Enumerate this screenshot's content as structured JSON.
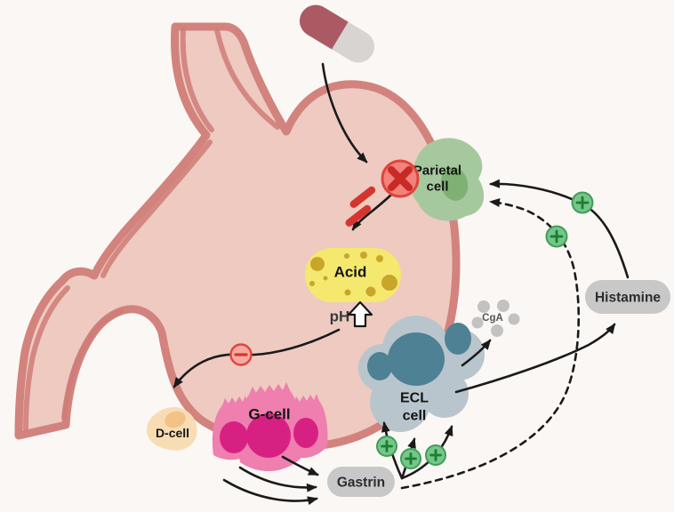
{
  "title": "Gastric acid secretion regulation diagram",
  "labels": {
    "parietal_line1": "Parietal",
    "parietal_line2": "cell",
    "acid": "Acid",
    "ph": "pH",
    "d_cell": "D-cell",
    "g_cell": "G-cell",
    "ecl_line1": "ECL",
    "ecl_line2": "cell",
    "cga": "CgA",
    "histamine": "Histamine",
    "gastrin": "Gastrin"
  },
  "icons": {
    "pill-icon": "drug capsule",
    "block-x-icon": "red X blocked pump on parietal cell",
    "red-slash-icon": "inhibited acid secretion slashes",
    "ph-up-arrow-icon": "pH increase hollow up arrow",
    "minus-icon": "inhibitory signal",
    "plus-icon": "stimulatory signal",
    "cga-dots-icon": "secreted CgA granules"
  },
  "colors": {
    "background": "#fbf7f4",
    "stomach_fill": "#eecac1",
    "stomach_border": "#d2837d",
    "pill_dark": "#ab5a64",
    "pill_light": "#d7d4d2",
    "parietal_fill": "#a6c89e",
    "parietal_inner": "#7fb173",
    "block_circle_fill": "#f1837b",
    "block_circle_border": "#e0443c",
    "block_x": "#c92a26",
    "slash_red": "#d5352f",
    "acid_fill": "#f4e96e",
    "acid_dots": "#c8a62b",
    "minus_fill": "#f5a9a2",
    "minus_border": "#e0463b",
    "d_cell_fill": "#f8dcb4",
    "d_cell_inner": "#f2c287",
    "g_cell_fill": "#ef7fae",
    "g_cell_inner": "#d62183",
    "ecl_fill": "#b9c5cd",
    "ecl_inner": "#4e8193",
    "label_pill_bg": "#c8c8c8",
    "label_pill_text": "#2d2d2d",
    "plus_fill": "#74c689",
    "plus_border": "#3f9e57",
    "plus_sign": "#1d7c35",
    "cga_dot": "#c3c2c2",
    "arrow_black": "#1a1a1a"
  }
}
